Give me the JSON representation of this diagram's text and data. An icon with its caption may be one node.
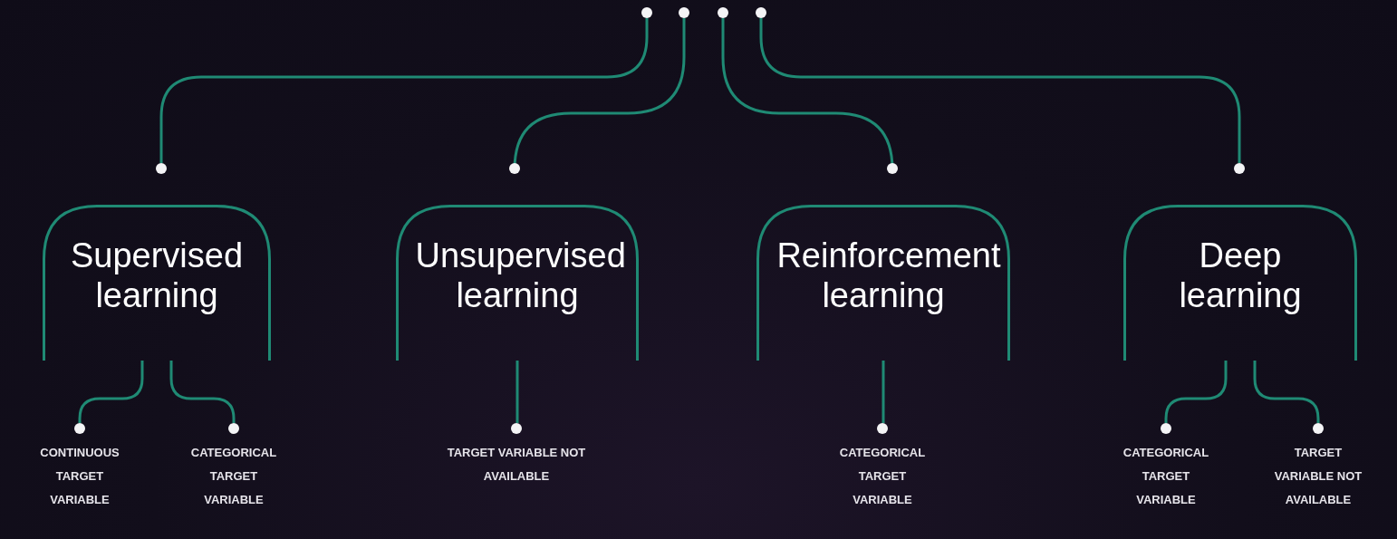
{
  "diagram": {
    "nodes": [
      {
        "text": [],
        "shape": "circle"
      },
      {
        "text": [],
        "shape": "circle"
      },
      {
        "text": [],
        "shape": "circle"
      },
      {
        "text": [],
        "shape": "circle"
      },
      {
        "text": [],
        "shape": "circle"
      },
      {
        "text": [],
        "shape": "circle"
      },
      {
        "text": [],
        "shape": "circle"
      },
      {
        "text": [],
        "shape": "circle"
      },
      {
        "text": [
          "Supervised learning"
        ]
      },
      {
        "text": [
          "Unsupervised learning"
        ]
      },
      {
        "text": [
          "Reinforcement learning"
        ]
      },
      {
        "text": [
          "Deep learning"
        ]
      },
      {
        "text": [],
        "shape": "circle",
        "beside": [
          "CONTINUOUS TARGET VARIABLE"
        ]
      },
      {
        "text": [],
        "shape": "circle",
        "beside": [
          "CATEGORICAL TARGET VARIABLE"
        ]
      },
      {
        "text": [],
        "shape": "circle",
        "beside": [
          "TARGET VARIABLE NOT AVAILABLE"
        ]
      },
      {
        "text": [],
        "shape": "circle",
        "beside": [
          "CATEGORICAL TARGET VARIABLE"
        ]
      },
      {
        "text": [],
        "shape": "circle",
        "beside": [
          "CATEGORICAL TARGET VARIABLE"
        ]
      },
      {
        "text": [],
        "shape": "circle",
        "beside": [
          "TARGET VARIABLE NOT AVAILABLE"
        ]
      }
    ],
    "edges": [
      {
        "from": 0,
        "to": 4,
        "arrow": "none"
      },
      {
        "from": 1,
        "to": 5,
        "arrow": "none"
      },
      {
        "from": 2,
        "to": 6,
        "arrow": "none"
      },
      {
        "from": 3,
        "to": 7,
        "arrow": "none"
      },
      {
        "from": 8,
        "to": 12,
        "arrow": "none"
      },
      {
        "from": 8,
        "to": 13,
        "arrow": "none"
      },
      {
        "from": 9,
        "to": 14,
        "arrow": "none"
      },
      {
        "from": 10,
        "to": 15,
        "arrow": "none"
      },
      {
        "from": 11,
        "to": 16,
        "arrow": "none"
      },
      {
        "from": 11,
        "to": 17,
        "arrow": "none"
      }
    ]
  }
}
